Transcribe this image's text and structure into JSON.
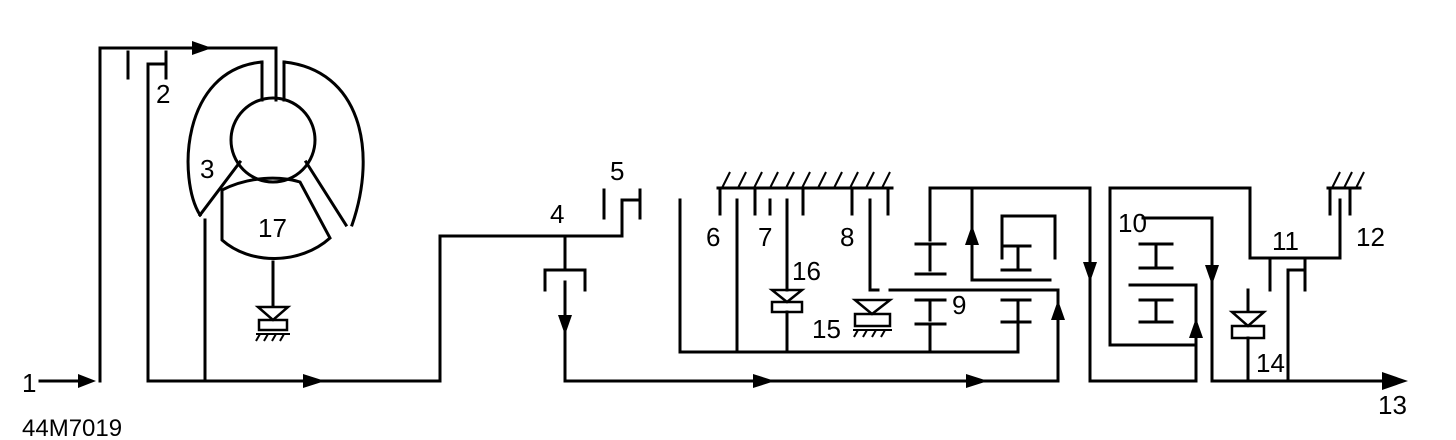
{
  "diagram": {
    "reference_code": "44M7019",
    "labels": {
      "input": "1",
      "l2": "2",
      "l3": "3",
      "l4": "4",
      "l5": "5",
      "l6": "6",
      "l7": "7",
      "l8": "8",
      "l9": "9",
      "l10": "10",
      "l11": "11",
      "l12": "12",
      "output": "13",
      "l14": "14",
      "l15": "15",
      "l16": "16",
      "l17": "17"
    }
  }
}
